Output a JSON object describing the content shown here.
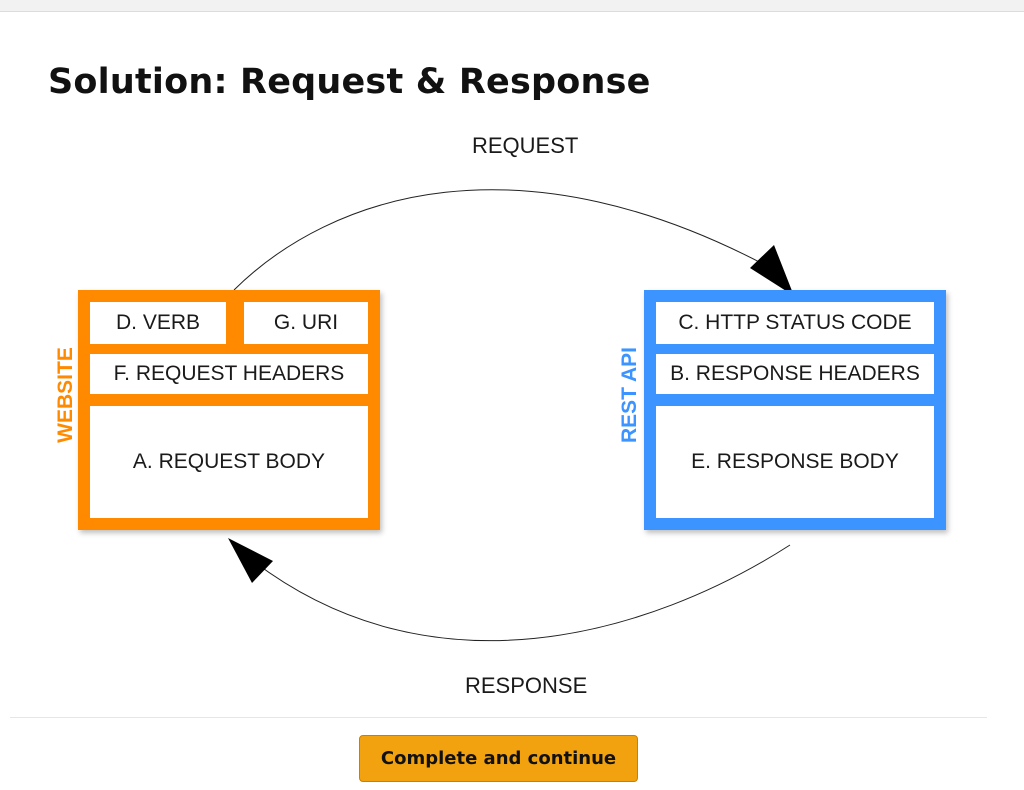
{
  "page": {
    "title": "Solution: Request & Response"
  },
  "diagram": {
    "request_label": "REQUEST",
    "response_label": "RESPONSE",
    "website": {
      "side_label": "WEBSITE",
      "color": "#ff8a00",
      "verb": "D. VERB",
      "uri": "G. URI",
      "request_headers": "F. REQUEST HEADERS",
      "request_body": "A. REQUEST BODY"
    },
    "rest_api": {
      "side_label": "REST API",
      "color": "#3b94ff",
      "status_code": "C. HTTP STATUS CODE",
      "response_headers": "B. RESPONSE HEADERS",
      "response_body": "E. RESPONSE BODY"
    }
  },
  "footer": {
    "continue_button": "Complete and continue",
    "button_color": "#f2a20f"
  }
}
